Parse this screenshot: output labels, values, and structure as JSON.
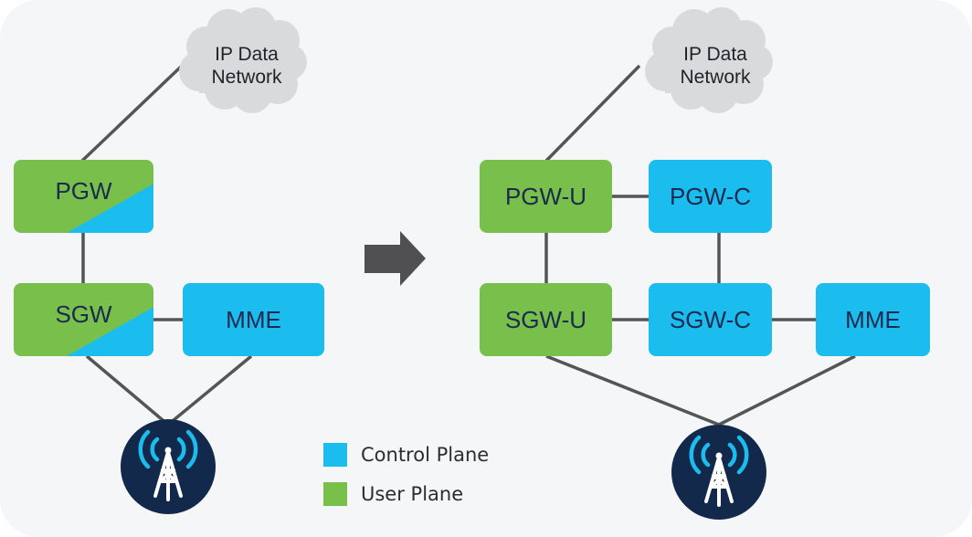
{
  "colors": {
    "control_plane": "#1bbdef",
    "user_plane": "#78c04b",
    "node_text": "#1b2a4e",
    "link": "#555555",
    "cloud": "#d9dadc",
    "tower_bg": "#13294b",
    "arrow": "#505052"
  },
  "before": {
    "cloud": {
      "line1": "IP Data",
      "line2": "Network"
    },
    "nodes": {
      "pgw": {
        "label": "PGW",
        "planes": "user+control"
      },
      "sgw": {
        "label": "SGW",
        "planes": "user+control"
      },
      "mme": {
        "label": "MME",
        "planes": "control"
      }
    },
    "tower": {
      "icon": "cell-tower-icon"
    }
  },
  "transition": {
    "icon": "right-arrow-icon"
  },
  "after": {
    "cloud": {
      "line1": "IP Data",
      "line2": "Network"
    },
    "nodes": {
      "pgw_u": {
        "label": "PGW-U",
        "planes": "user"
      },
      "pgw_c": {
        "label": "PGW-C",
        "planes": "control"
      },
      "sgw_u": {
        "label": "SGW-U",
        "planes": "user"
      },
      "sgw_c": {
        "label": "SGW-C",
        "planes": "control"
      },
      "mme": {
        "label": "MME",
        "planes": "control"
      }
    },
    "tower": {
      "icon": "cell-tower-icon"
    }
  },
  "legend": [
    {
      "label": "Control Plane",
      "color": "#1bbdef"
    },
    {
      "label": "User Plane",
      "color": "#78c04b"
    }
  ]
}
